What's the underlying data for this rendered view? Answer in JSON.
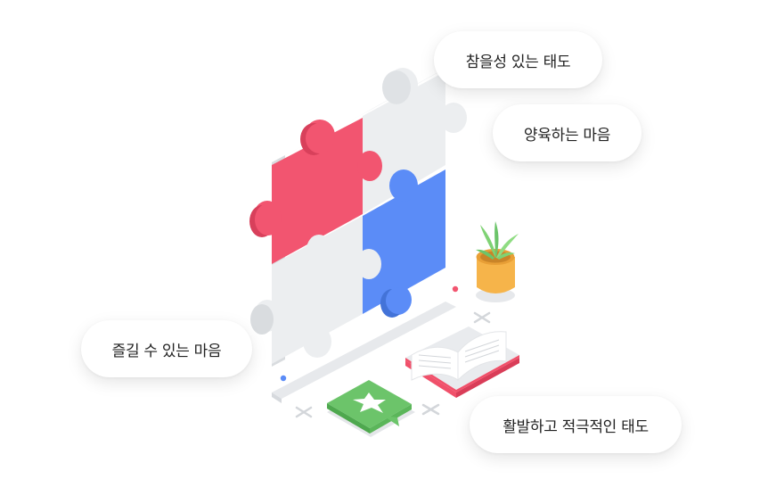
{
  "labels": {
    "sincere_attitude": "참을성 있는 태도",
    "nurturing_heart": "양육하는 마음",
    "enjoying_heart": "즐길 수 있는 마음",
    "active_attitude": "활발하고 적극적인 태도"
  },
  "colors": {
    "puzzle_red": "#f25570",
    "puzzle_blue": "#5b8cf7",
    "puzzle_grey": "#eceef0",
    "plant_green": "#7fd274",
    "pot_orange": "#f6b44a",
    "speech_green": "#6cc46a",
    "book_red": "#f0506a"
  },
  "icons": [
    "puzzle-illustration",
    "plant-icon",
    "book-icon",
    "star-speech-bubble-icon"
  ]
}
